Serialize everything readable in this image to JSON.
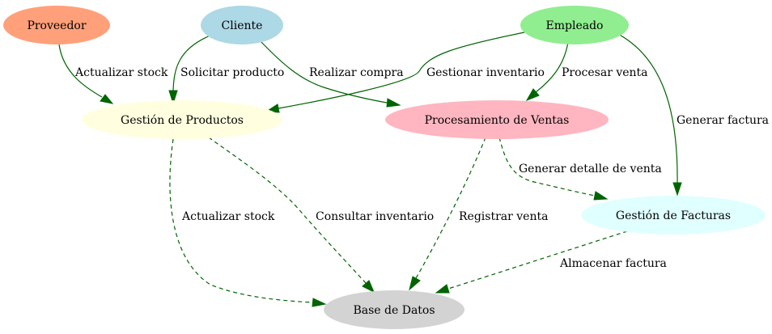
{
  "diagram": {
    "nodes": [
      {
        "id": "proveedor",
        "label": "Proveedor",
        "fill": "#ffa07a"
      },
      {
        "id": "cliente",
        "label": "Cliente",
        "fill": "#add8e6"
      },
      {
        "id": "empleado",
        "label": "Empleado",
        "fill": "#90ee90"
      },
      {
        "id": "gestion_productos",
        "label": "Gestión de Productos",
        "fill": "#ffffe0"
      },
      {
        "id": "procesamiento_ventas",
        "label": "Procesamiento de Ventas",
        "fill": "#ffb6c1"
      },
      {
        "id": "gestion_facturas",
        "label": "Gestión de Facturas",
        "fill": "#e0ffff"
      },
      {
        "id": "base_datos",
        "label": "Base de Datos",
        "fill": "#d3d3d3"
      }
    ],
    "edges": [
      {
        "id": "e1",
        "from": "proveedor",
        "to": "gestion_productos",
        "label": "Actualizar stock",
        "style": "solid"
      },
      {
        "id": "e2",
        "from": "cliente",
        "to": "gestion_productos",
        "label": "Solicitar producto",
        "style": "solid"
      },
      {
        "id": "e3",
        "from": "cliente",
        "to": "procesamiento_ventas",
        "label": "Realizar compra",
        "style": "solid"
      },
      {
        "id": "e4",
        "from": "empleado",
        "to": "gestion_productos",
        "label": "Gestionar inventario",
        "style": "solid"
      },
      {
        "id": "e5",
        "from": "empleado",
        "to": "procesamiento_ventas",
        "label": "Procesar venta",
        "style": "solid"
      },
      {
        "id": "e6",
        "from": "empleado",
        "to": "gestion_facturas",
        "label": "Generar factura",
        "style": "solid"
      },
      {
        "id": "e7",
        "from": "gestion_productos",
        "to": "base_datos",
        "label": "Actualizar stock",
        "style": "dashed"
      },
      {
        "id": "e8",
        "from": "gestion_productos",
        "to": "base_datos",
        "label": "Consultar inventario",
        "style": "dashed"
      },
      {
        "id": "e9",
        "from": "procesamiento_ventas",
        "to": "base_datos",
        "label": "Registrar venta",
        "style": "dashed"
      },
      {
        "id": "e10",
        "from": "procesamiento_ventas",
        "to": "gestion_facturas",
        "label": "Generar detalle de venta",
        "style": "dashed"
      },
      {
        "id": "e11",
        "from": "gestion_facturas",
        "to": "base_datos",
        "label": "Almacenar factura",
        "style": "dashed"
      }
    ],
    "edge_color": "#006400"
  }
}
